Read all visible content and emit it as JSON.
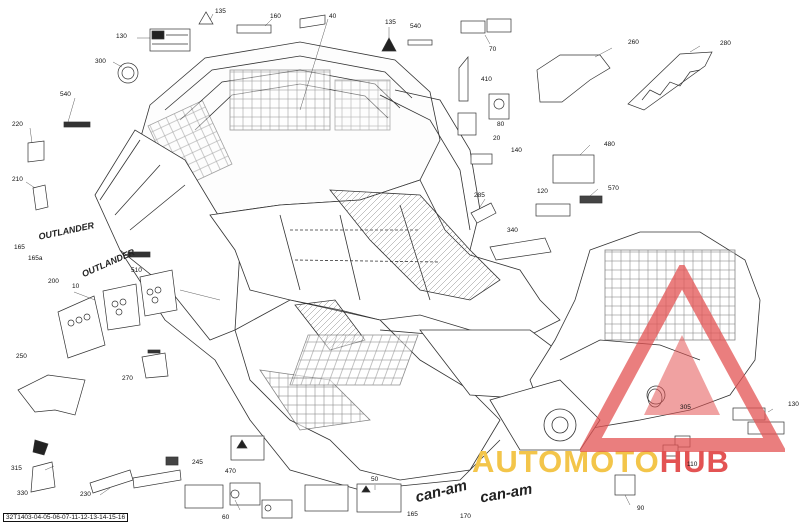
{
  "document": {
    "part_number": "32T1403-04-05-06-07-11-12-13-14-15-16"
  },
  "watermark": {
    "part1": "AUTOMOTO",
    "part2": "HUB",
    "color1": "#f3c54a",
    "color2": "#e35353"
  },
  "logos": {
    "outlander": "OUTLANDER",
    "can_am": "can-am"
  },
  "callouts": [
    {
      "id": "c135a",
      "text": "135"
    },
    {
      "id": "c160",
      "text": "160"
    },
    {
      "id": "c40",
      "text": "40"
    },
    {
      "id": "c135b",
      "text": "135"
    },
    {
      "id": "c540a",
      "text": "540"
    },
    {
      "id": "c130a",
      "text": "130"
    },
    {
      "id": "c70",
      "text": "70"
    },
    {
      "id": "c300",
      "text": "300"
    },
    {
      "id": "c260",
      "text": "260"
    },
    {
      "id": "c280",
      "text": "280"
    },
    {
      "id": "c410",
      "text": "410"
    },
    {
      "id": "c540b",
      "text": "540"
    },
    {
      "id": "c220",
      "text": "220"
    },
    {
      "id": "c80",
      "text": "80"
    },
    {
      "id": "c20",
      "text": "20"
    },
    {
      "id": "c140",
      "text": "140"
    },
    {
      "id": "c480",
      "text": "480"
    },
    {
      "id": "c210",
      "text": "210"
    },
    {
      "id": "c120",
      "text": "120"
    },
    {
      "id": "c570",
      "text": "570"
    },
    {
      "id": "c285",
      "text": "285"
    },
    {
      "id": "c340",
      "text": "340"
    },
    {
      "id": "c165a",
      "text": "165"
    },
    {
      "id": "c165b",
      "text": "165a"
    },
    {
      "id": "c510",
      "text": "510"
    },
    {
      "id": "c200",
      "text": "200"
    },
    {
      "id": "c10",
      "text": "10"
    },
    {
      "id": "c250",
      "text": "250"
    },
    {
      "id": "c270",
      "text": "270"
    },
    {
      "id": "c305",
      "text": "305"
    },
    {
      "id": "c130b",
      "text": "130"
    },
    {
      "id": "c110",
      "text": "110"
    },
    {
      "id": "c315",
      "text": "315"
    },
    {
      "id": "c245",
      "text": "245"
    },
    {
      "id": "c470",
      "text": "470"
    },
    {
      "id": "c330",
      "text": "330"
    },
    {
      "id": "c230",
      "text": "230"
    },
    {
      "id": "c50",
      "text": "50"
    },
    {
      "id": "c60",
      "text": "60"
    },
    {
      "id": "c165c",
      "text": "165"
    },
    {
      "id": "c170",
      "text": "170"
    },
    {
      "id": "c90",
      "text": "90"
    }
  ]
}
